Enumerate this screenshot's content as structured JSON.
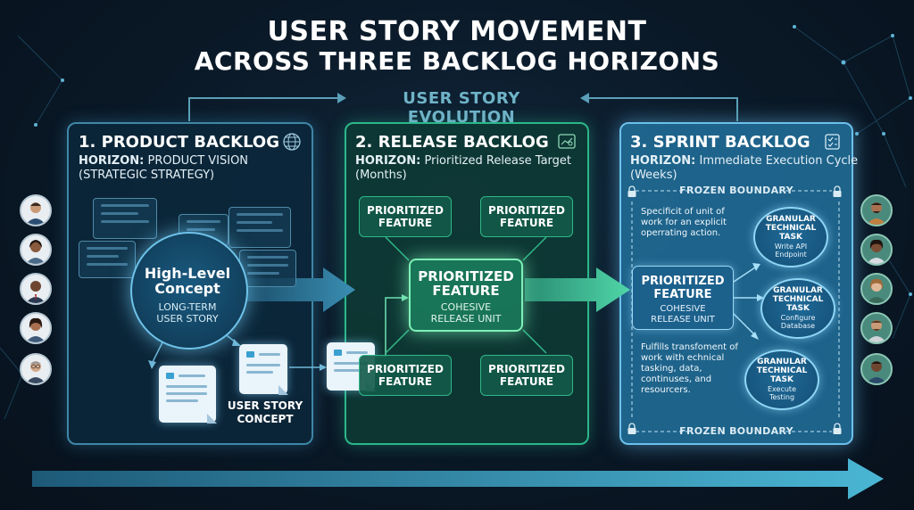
{
  "title": {
    "line1": "USER STORY MOVEMENT",
    "line2": "ACROSS THREE BACKLOG HORIZONS"
  },
  "evolution_label": "USER STORY EVOLUTION",
  "product_backlog": {
    "title": "1. PRODUCT BACKLOG",
    "horizon_label": "HORIZON:",
    "horizon_line1": "PRODUCT VISION",
    "horizon_line2": "(STRATEGIC STRATEGY)",
    "concept_line1": "High-Level",
    "concept_line2": "Concept",
    "concept_sub1": "LONG-TERM",
    "concept_sub2": "USER STORY",
    "story_concept_line1": "USER STORY",
    "story_concept_line2": "CONCEPT",
    "icon": "globe-icon"
  },
  "release_backlog": {
    "title": "2. RELEASE BACKLOG",
    "horizon_label": "HORIZON:",
    "horizon_line1": "Prioritized Release Target",
    "horizon_line2": "(Months)",
    "features": [
      {
        "line1": "PRIORITIZED",
        "line2": "FEATURE"
      },
      {
        "line1": "PRIORITIZED",
        "line2": "FEATURE"
      },
      {
        "line1": "PRIORITIZED",
        "line2": "FEATURE"
      },
      {
        "line1": "PRIORITIZED",
        "line2": "FEATURE"
      }
    ],
    "main_feature_line1": "PRIORITIZED",
    "main_feature_line2": "FEATURE",
    "main_feature_sub1": "COHESIVE",
    "main_feature_sub2": "RELEASE UNIT",
    "icon": "dashboard-icon"
  },
  "sprint_backlog": {
    "title": "3. SPRINT BACKLOG",
    "horizon_label": "HORIZON:",
    "horizon_line1": "Immediate Execution Cycle",
    "horizon_line2": "(Weeks)",
    "frozen_top": "FROZEN BOUNDARY",
    "frozen_bottom": "FROZEN BOUNDARY",
    "spec_text": [
      "Specificit of unit of",
      "work for an explicit",
      "operrating action."
    ],
    "fulfill_text": [
      "Fulfills transfoment of",
      "work with echnical",
      "tasking, data,",
      "continuses, and",
      "resourcers."
    ],
    "feature_line1": "PRIORITIZED",
    "feature_line2": "FEATURE",
    "feature_sub1": "COHESIVE",
    "feature_sub2": "RELEASE UNIT",
    "tasks": [
      {
        "l1": "GRANULAR",
        "l2": "TECHNICAL",
        "l3": "TASK",
        "s1": "Write API",
        "s2": "Endpoint"
      },
      {
        "l1": "GRANULAR",
        "l2": "TECHNICAL",
        "l3": "TASK",
        "s1": "Configure",
        "s2": "Database"
      },
      {
        "l1": "GRANULAR",
        "l2": "TECHNICAL",
        "l3": "TASK",
        "s1": "Execute",
        "s2": "Testing"
      }
    ],
    "icon": "checklist-icon"
  },
  "colors": {
    "product": "#3f86a6",
    "release": "#2bb78a",
    "sprint": "#6cc0ec",
    "background": "#0a1826"
  }
}
